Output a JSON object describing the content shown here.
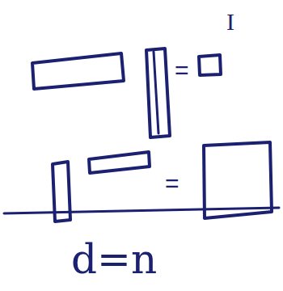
{
  "diagram": {
    "labels": [
      "I",
      "=",
      "=",
      "d=n"
    ]
  }
}
